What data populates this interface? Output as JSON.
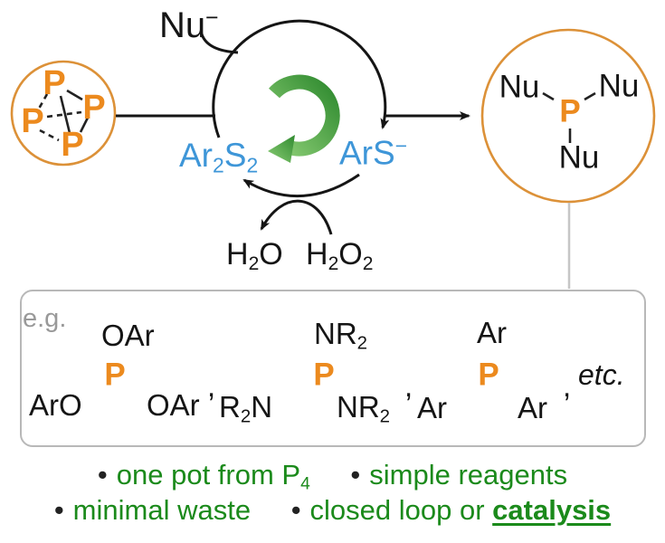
{
  "scheme": {
    "nucleophile": {
      "base": "Nu",
      "charge": "−"
    },
    "p4_cluster": {
      "p1": "P",
      "p2": "P",
      "p3": "P",
      "p4": "P"
    },
    "catalysts": {
      "disulfide": {
        "t1": "Ar",
        "s1": "2",
        "t2": "S",
        "s2": "2"
      },
      "thiolate": {
        "t": "ArS",
        "charge": "−"
      }
    },
    "water": {
      "t1": "H",
      "s1": "2",
      "t2": "O"
    },
    "peroxide": {
      "t1": "H",
      "s1": "2",
      "t2": "O",
      "s2": "2"
    },
    "product": {
      "nu_left": "Nu",
      "nu_right": "Nu",
      "p": "P",
      "nu_bottom": "Nu"
    }
  },
  "examples": {
    "label": "e.g.",
    "phosphite": {
      "top": "OAr",
      "bottom_left": "ArO",
      "center": "P",
      "bottom_right": "OAr"
    },
    "aminophosphine": {
      "top_t": "NR",
      "top_s": "2",
      "bl_t1": "R",
      "bl_s": "2",
      "bl_t2": "N",
      "center": "P",
      "br_t": "NR",
      "br_s": "2"
    },
    "phosphine": {
      "top": "Ar",
      "bottom_left": "Ar",
      "center": "P",
      "bottom_right": "Ar"
    },
    "separator": ",",
    "etc": "etc."
  },
  "features": {
    "bullet": "•",
    "one_pot": {
      "text": "one pot from P",
      "sub": "4"
    },
    "simple_reagents": "simple reagents",
    "minimal_waste": "minimal waste",
    "closed_loop_prefix": "closed loop or ",
    "closed_loop_emph": "catalysis"
  },
  "colors": {
    "orange": "#EC8A1E",
    "orange_ring": "#DC9138",
    "blue": "#3E96D8",
    "green": "#1B8A1B",
    "green_arrow_light": "#8CCE76",
    "green_arrow_dark": "#2F8A2F",
    "ink": "#151515",
    "gray_border": "#B8B8B8",
    "gray_text": "#999999",
    "gray_line": "#C6C6C6"
  }
}
